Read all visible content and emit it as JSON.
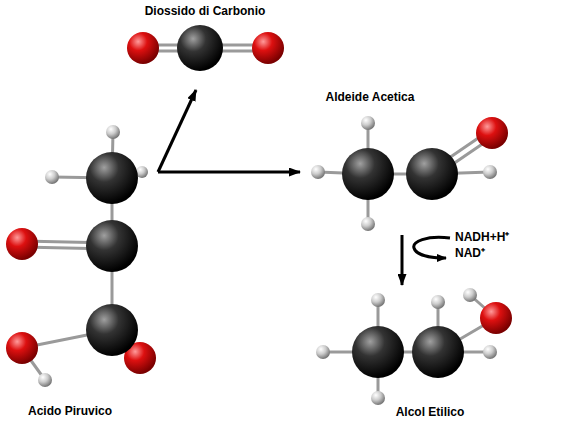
{
  "diagram": {
    "nodes": [
      {
        "text": [
          "Acido Piruvico"
        ]
      },
      {
        "text": [
          "Diossido di Carbonio"
        ]
      },
      {
        "text": [
          "Aldeide Acetica"
        ]
      },
      {
        "text": [
          "Alcol Etilico"
        ]
      }
    ],
    "edges": [
      {
        "from": 0,
        "to": 1,
        "arrow": "to"
      },
      {
        "from": 0,
        "to": 2,
        "arrow": "to"
      },
      {
        "from": 2,
        "to": 3,
        "arrow": "to"
      }
    ],
    "labels": [
      "NADH+H⁺",
      "NAD⁺"
    ]
  }
}
